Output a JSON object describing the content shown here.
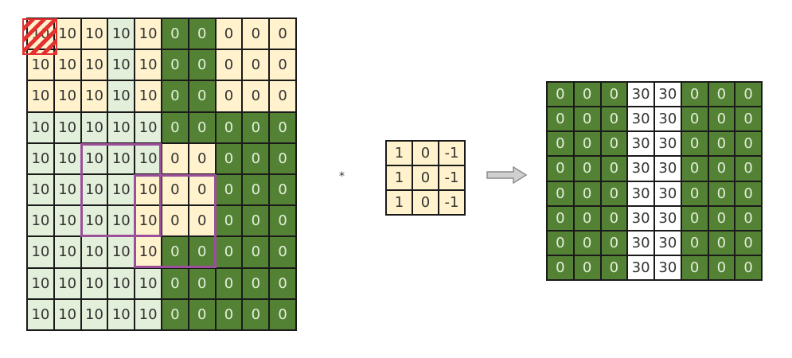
{
  "colors": {
    "light_green": "#e2efda",
    "cream": "#fff2cc",
    "dark_green": "#548235",
    "dark_green_text": "#e2efda",
    "white": "#ffffff",
    "grid_line": "#1a1a1a",
    "highlight_purple": "#9b4f9b",
    "marker_red": "#e53030",
    "arrow_gray": "#8c8c8c"
  },
  "input_matrix": {
    "values": [
      [
        "10",
        "10",
        "10",
        "10",
        "10",
        "0",
        "0",
        "0",
        "0",
        "0"
      ],
      [
        "10",
        "10",
        "10",
        "10",
        "10",
        "0",
        "0",
        "0",
        "0",
        "0"
      ],
      [
        "10",
        "10",
        "10",
        "10",
        "10",
        "0",
        "0",
        "0",
        "0",
        "0"
      ],
      [
        "10",
        "10",
        "10",
        "10",
        "10",
        "0",
        "0",
        "0",
        "0",
        "0"
      ],
      [
        "10",
        "10",
        "10",
        "10",
        "10",
        "0",
        "0",
        "0",
        "0",
        "0"
      ],
      [
        "10",
        "10",
        "10",
        "10",
        "10",
        "0",
        "0",
        "0",
        "0",
        "0"
      ],
      [
        "10",
        "10",
        "10",
        "10",
        "10",
        "0",
        "0",
        "0",
        "0",
        "0"
      ],
      [
        "10",
        "10",
        "10",
        "10",
        "10",
        "0",
        "0",
        "0",
        "0",
        "0"
      ],
      [
        "10",
        "10",
        "10",
        "10",
        "10",
        "0",
        "0",
        "0",
        "0",
        "0"
      ],
      [
        "10",
        "10",
        "10",
        "10",
        "10",
        "0",
        "0",
        "0",
        "0",
        "0"
      ]
    ],
    "fills": [
      [
        "C",
        "C",
        "C",
        "LG",
        "C",
        "DG",
        "DG",
        "C",
        "C",
        "C"
      ],
      [
        "C",
        "C",
        "C",
        "LG",
        "C",
        "DG",
        "DG",
        "C",
        "C",
        "C"
      ],
      [
        "C",
        "C",
        "C",
        "LG",
        "C",
        "DG",
        "DG",
        "C",
        "C",
        "C"
      ],
      [
        "LG",
        "LG",
        "LG",
        "LG",
        "LG",
        "DG",
        "DG",
        "DG",
        "DG",
        "DG"
      ],
      [
        "LG",
        "LG",
        "LG",
        "LG",
        "LG",
        "C",
        "C",
        "DG",
        "DG",
        "DG"
      ],
      [
        "LG",
        "LG",
        "LG",
        "LG",
        "C",
        "C",
        "C",
        "DG",
        "DG",
        "DG"
      ],
      [
        "LG",
        "LG",
        "LG",
        "LG",
        "C",
        "C",
        "C",
        "DG",
        "DG",
        "DG"
      ],
      [
        "LG",
        "LG",
        "LG",
        "LG",
        "C",
        "DG",
        "DG",
        "DG",
        "DG",
        "DG"
      ],
      [
        "LG",
        "LG",
        "LG",
        "LG",
        "LG",
        "DG",
        "DG",
        "DG",
        "DG",
        "DG"
      ],
      [
        "LG",
        "LG",
        "LG",
        "LG",
        "LG",
        "DG",
        "DG",
        "DG",
        "DG",
        "DG"
      ]
    ]
  },
  "operator_symbol": "*",
  "kernel": {
    "values": [
      [
        "1",
        "0",
        "-1"
      ],
      [
        "1",
        "0",
        "-1"
      ],
      [
        "1",
        "0",
        "-1"
      ]
    ]
  },
  "output_matrix": {
    "values": [
      [
        "0",
        "0",
        "0",
        "30",
        "30",
        "0",
        "0",
        "0"
      ],
      [
        "0",
        "0",
        "0",
        "30",
        "30",
        "0",
        "0",
        "0"
      ],
      [
        "0",
        "0",
        "0",
        "30",
        "30",
        "0",
        "0",
        "0"
      ],
      [
        "0",
        "0",
        "0",
        "30",
        "30",
        "0",
        "0",
        "0"
      ],
      [
        "0",
        "0",
        "0",
        "30",
        "30",
        "0",
        "0",
        "0"
      ],
      [
        "0",
        "0",
        "0",
        "30",
        "30",
        "0",
        "0",
        "0"
      ],
      [
        "0",
        "0",
        "0",
        "30",
        "30",
        "0",
        "0",
        "0"
      ],
      [
        "0",
        "0",
        "0",
        "30",
        "30",
        "0",
        "0",
        "0"
      ]
    ]
  },
  "icons": {
    "marker": "hatched-square-marker",
    "arrow": "right-arrow-icon"
  }
}
